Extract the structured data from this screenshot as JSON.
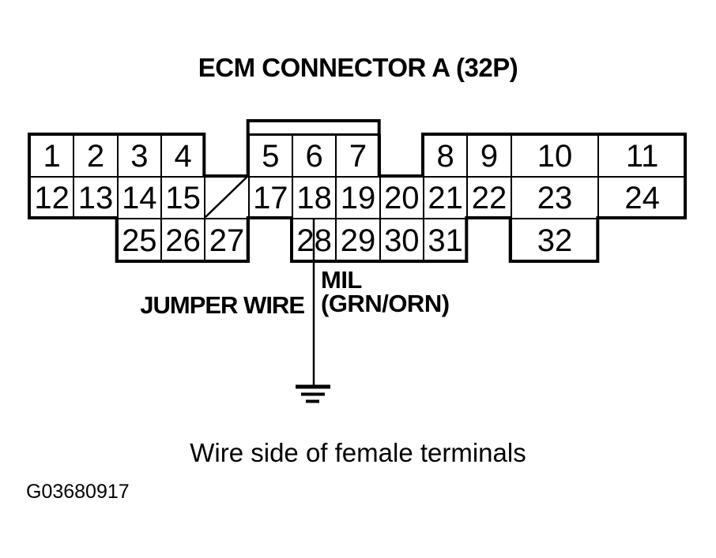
{
  "title": "ECM CONNECTOR A (32P)",
  "connector": {
    "name": "ECM Connector A (32P)",
    "pins": [
      {
        "label": "1",
        "row": 0,
        "col": 0,
        "span": 1
      },
      {
        "label": "2",
        "row": 0,
        "col": 1,
        "span": 1
      },
      {
        "label": "3",
        "row": 0,
        "col": 2,
        "span": 1
      },
      {
        "label": "4",
        "row": 0,
        "col": 3,
        "span": 1
      },
      {
        "label": "5",
        "row": 0,
        "col": 5,
        "span": 1
      },
      {
        "label": "6",
        "row": 0,
        "col": 6,
        "span": 1
      },
      {
        "label": "7",
        "row": 0,
        "col": 7,
        "span": 1
      },
      {
        "label": "8",
        "row": 0,
        "col": 9,
        "span": 1
      },
      {
        "label": "9",
        "row": 0,
        "col": 10,
        "span": 1
      },
      {
        "label": "10",
        "row": 0,
        "col": 11,
        "span": 2
      },
      {
        "label": "11",
        "row": 0,
        "col": 13,
        "span": 2
      },
      {
        "label": "12",
        "row": 1,
        "col": 0,
        "span": 1
      },
      {
        "label": "13",
        "row": 1,
        "col": 1,
        "span": 1
      },
      {
        "label": "14",
        "row": 1,
        "col": 2,
        "span": 1
      },
      {
        "label": "15",
        "row": 1,
        "col": 3,
        "span": 1
      },
      {
        "label": "",
        "row": 1,
        "col": 4,
        "span": 1,
        "slash": true
      },
      {
        "label": "17",
        "row": 1,
        "col": 5,
        "span": 1
      },
      {
        "label": "18",
        "row": 1,
        "col": 6,
        "span": 1
      },
      {
        "label": "19",
        "row": 1,
        "col": 7,
        "span": 1
      },
      {
        "label": "20",
        "row": 1,
        "col": 8,
        "span": 1
      },
      {
        "label": "21",
        "row": 1,
        "col": 9,
        "span": 1
      },
      {
        "label": "22",
        "row": 1,
        "col": 10,
        "span": 1
      },
      {
        "label": "23",
        "row": 1,
        "col": 11,
        "span": 2
      },
      {
        "label": "24",
        "row": 1,
        "col": 13,
        "span": 2
      },
      {
        "label": "25",
        "row": 2,
        "col": 2,
        "span": 1
      },
      {
        "label": "26",
        "row": 2,
        "col": 3,
        "span": 1
      },
      {
        "label": "27",
        "row": 2,
        "col": 4,
        "span": 1
      },
      {
        "label": "28",
        "row": 2,
        "col": 6,
        "span": 1
      },
      {
        "label": "29",
        "row": 2,
        "col": 7,
        "span": 1
      },
      {
        "label": "30",
        "row": 2,
        "col": 8,
        "span": 1
      },
      {
        "label": "31",
        "row": 2,
        "col": 9,
        "span": 1
      },
      {
        "label": "32",
        "row": 2,
        "col": 11,
        "span": 2
      }
    ],
    "missing_pin": "16"
  },
  "labels": {
    "jumper_wire": "JUMPER WIRE",
    "mil_line1": "MIL",
    "mil_line2": "(GRN/ORN)"
  },
  "wire": {
    "from_pin": "28",
    "to": "ground"
  },
  "caption": "Wire side of female terminals",
  "figure_id": "G03680917",
  "colors": {
    "ink": "#000000",
    "paper": "#ffffff"
  }
}
